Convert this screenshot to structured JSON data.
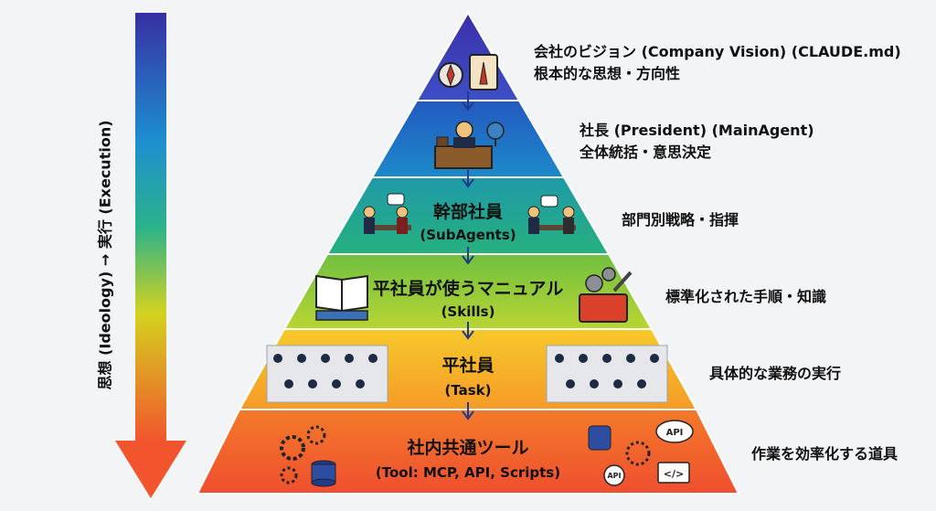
{
  "axis": {
    "label": "思想 (Ideology) → 実行 (Execution)"
  },
  "layers": [
    {
      "level": 1,
      "side_line1": "会社のビジョン (Company Vision) (CLAUDE.md)",
      "side_line2": "根本的な思想・方向性",
      "color": "#4338ca"
    },
    {
      "level": 2,
      "side_line1": "社長 (President) (MainAgent)",
      "side_line2": "全体統括・意思決定",
      "color": "#1d6fb8"
    },
    {
      "level": 3,
      "title": "幹部社員",
      "subtitle": "(SubAgents)",
      "side_line1": "部門別戦略・指揮",
      "color": "#1f9e8a"
    },
    {
      "level": 4,
      "title": "平社員が使うマニュアル",
      "subtitle": "(Skills)",
      "side_line1": "標準化された手順・知識",
      "color": "#86c63a"
    },
    {
      "level": 5,
      "title": "平社員",
      "subtitle": "(Task)",
      "side_line1": "具体的な業務の実行",
      "color": "#f5b723"
    },
    {
      "level": 6,
      "title": "社内共通ツール",
      "subtitle": "(Tool: MCP, API, Scripts)",
      "side_line1": "作業を効率化する道具",
      "color": "#f26c2a"
    }
  ],
  "icons": {
    "level1": [
      "compass-icon",
      "lighthouse-scroll-icon"
    ],
    "level2": [
      "president-desk-icon",
      "globe-icon"
    ],
    "level3": [
      "meeting-left-icon",
      "meeting-right-icon"
    ],
    "level4": [
      "manual-book-icon",
      "toolbox-icon"
    ],
    "level5": [
      "office-workers-left-icon",
      "office-workers-right-icon"
    ],
    "level6": [
      "gears-database-icon",
      "api-network-icon"
    ]
  },
  "tool_icon_labels": {
    "api_top": "API",
    "api_bottom": "API",
    "code": "</>"
  }
}
